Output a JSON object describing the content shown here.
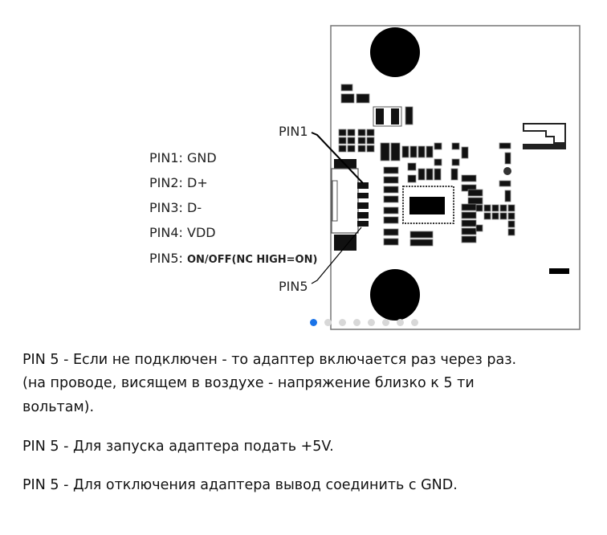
{
  "diagram": {
    "pin_labels": [
      {
        "pin": "PIN1:",
        "value": "GND"
      },
      {
        "pin": "PIN2:",
        "value": "D+"
      },
      {
        "pin": "PIN3:",
        "value": "D-"
      },
      {
        "pin": "PIN4:",
        "value": "VDD"
      },
      {
        "pin": "PIN5:",
        "value": "ON/OFF(NC HIGH=ON)"
      }
    ],
    "callout_pin1": "PIN1",
    "callout_pin5": "PIN5",
    "carousel": {
      "count": 8,
      "active_index": 0,
      "active_color": "#1a73e8"
    }
  },
  "notes": [
    "PIN 5 - Если не подключен - то адаптер включается раз через раз.",
    "(на проводе, висящем в воздухе - напряжение близко к 5 ти",
    "вольтам).",
    "PIN 5 - Для запуска адаптера подать +5V.",
    "PIN 5 - Для отключения адаптера вывод соединить с GND."
  ]
}
